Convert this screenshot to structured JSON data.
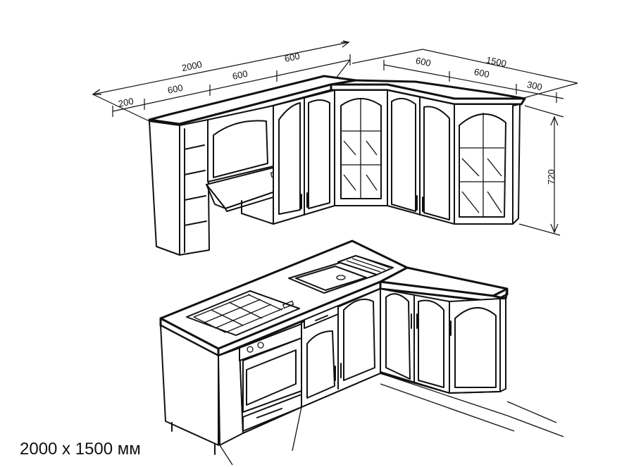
{
  "dimensions": {
    "total_left_wall": "2000",
    "left_shelf_width": "200",
    "left_cabinet_1": "600",
    "left_cabinet_2": "600",
    "left_cabinet_3": "600",
    "total_right_wall": "1500",
    "right_cabinet_1": "600",
    "right_cabinet_2": "600",
    "right_end_cabinet": "300",
    "wall_cabinet_height": "720"
  },
  "caption": "2000 х 1500 мм"
}
